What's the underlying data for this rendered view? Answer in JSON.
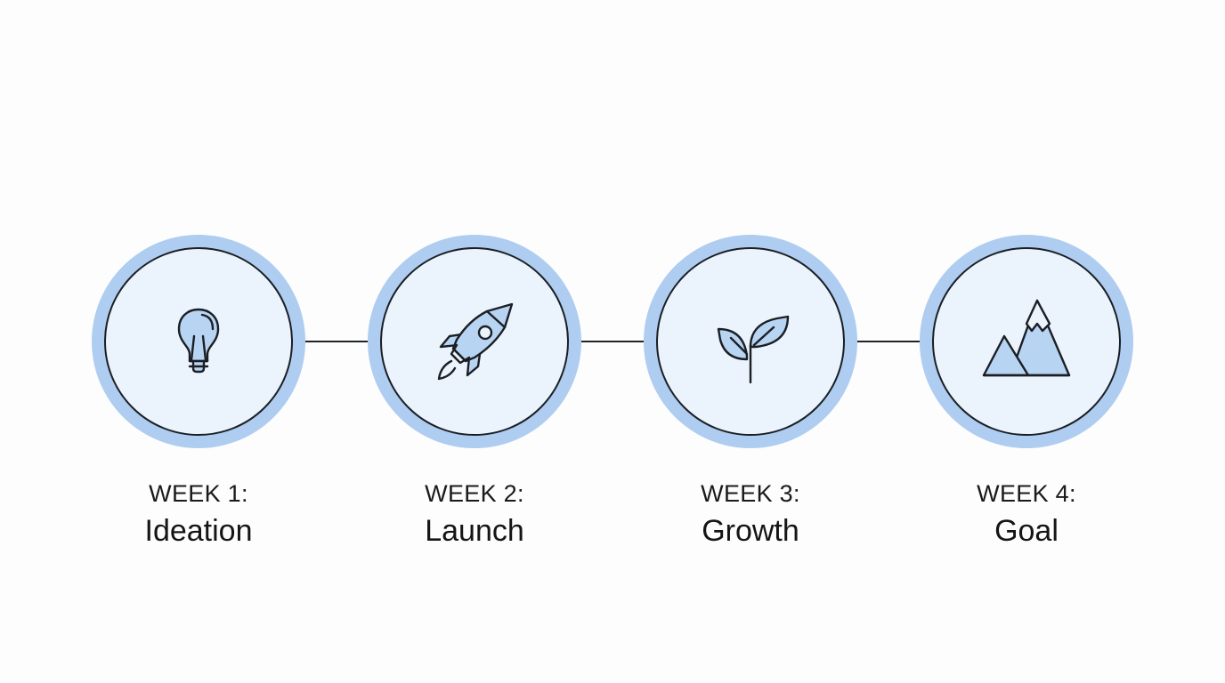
{
  "diagram": {
    "type": "horizontal-timeline",
    "colors": {
      "background": "#fdfdfd",
      "halo": "#aecdf0",
      "disc_fill": "#ebf3fd",
      "icon_fill": "#b8d4f3",
      "stroke": "#1b1f24"
    },
    "steps": [
      {
        "week": "WEEK 1:",
        "title": "Ideation",
        "icon": "lightbulb-icon"
      },
      {
        "week": "WEEK 2:",
        "title": "Launch",
        "icon": "rocket-icon"
      },
      {
        "week": "WEEK 3:",
        "title": "Growth",
        "icon": "sprout-icon"
      },
      {
        "week": "WEEK 4:",
        "title": "Goal",
        "icon": "mountain-icon"
      }
    ]
  }
}
